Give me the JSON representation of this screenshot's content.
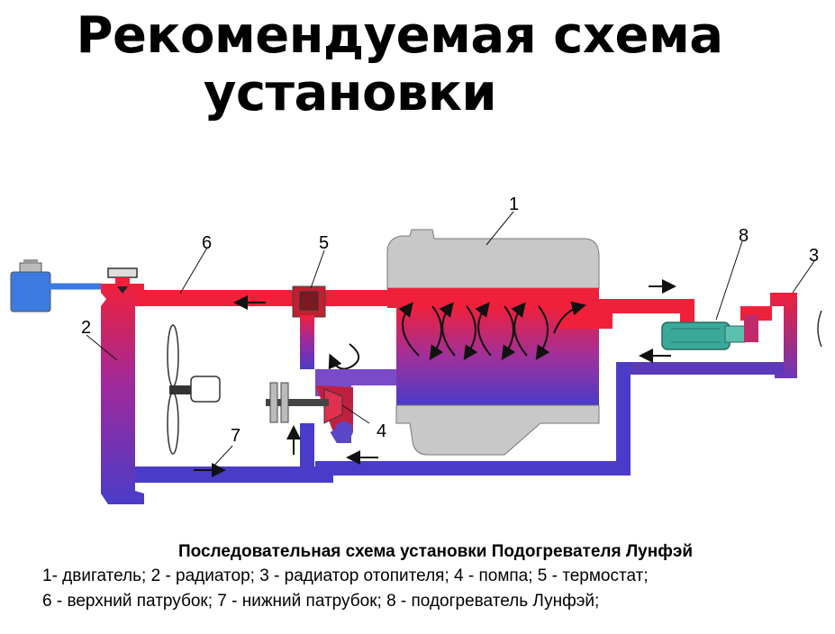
{
  "title": {
    "line1": "Рекомендуемая схема",
    "line2": "установки"
  },
  "labels": {
    "engine": "1",
    "radiator": "2",
    "heater_radiator": "3",
    "pump": "4",
    "thermostat": "5",
    "upper_hose": "6",
    "lower_hose": "7",
    "heater": "8"
  },
  "caption": {
    "heading": "Последовательная схема установки Подогревателя Лунфэй",
    "line1": "1- двигатель; 2 - радиатор; 3 - радиатор отопителя; 4 - помпа; 5 - термостат;",
    "line2": "6 - верхний патрубок; 7 - нижний патрубок; 8 - подогреватель Лунфэй;"
  },
  "colors": {
    "hot": "#f0203a",
    "cold": "#4a3cc8",
    "engine_gray": "#c8c8c8",
    "heater_green": "#3aa89a"
  }
}
